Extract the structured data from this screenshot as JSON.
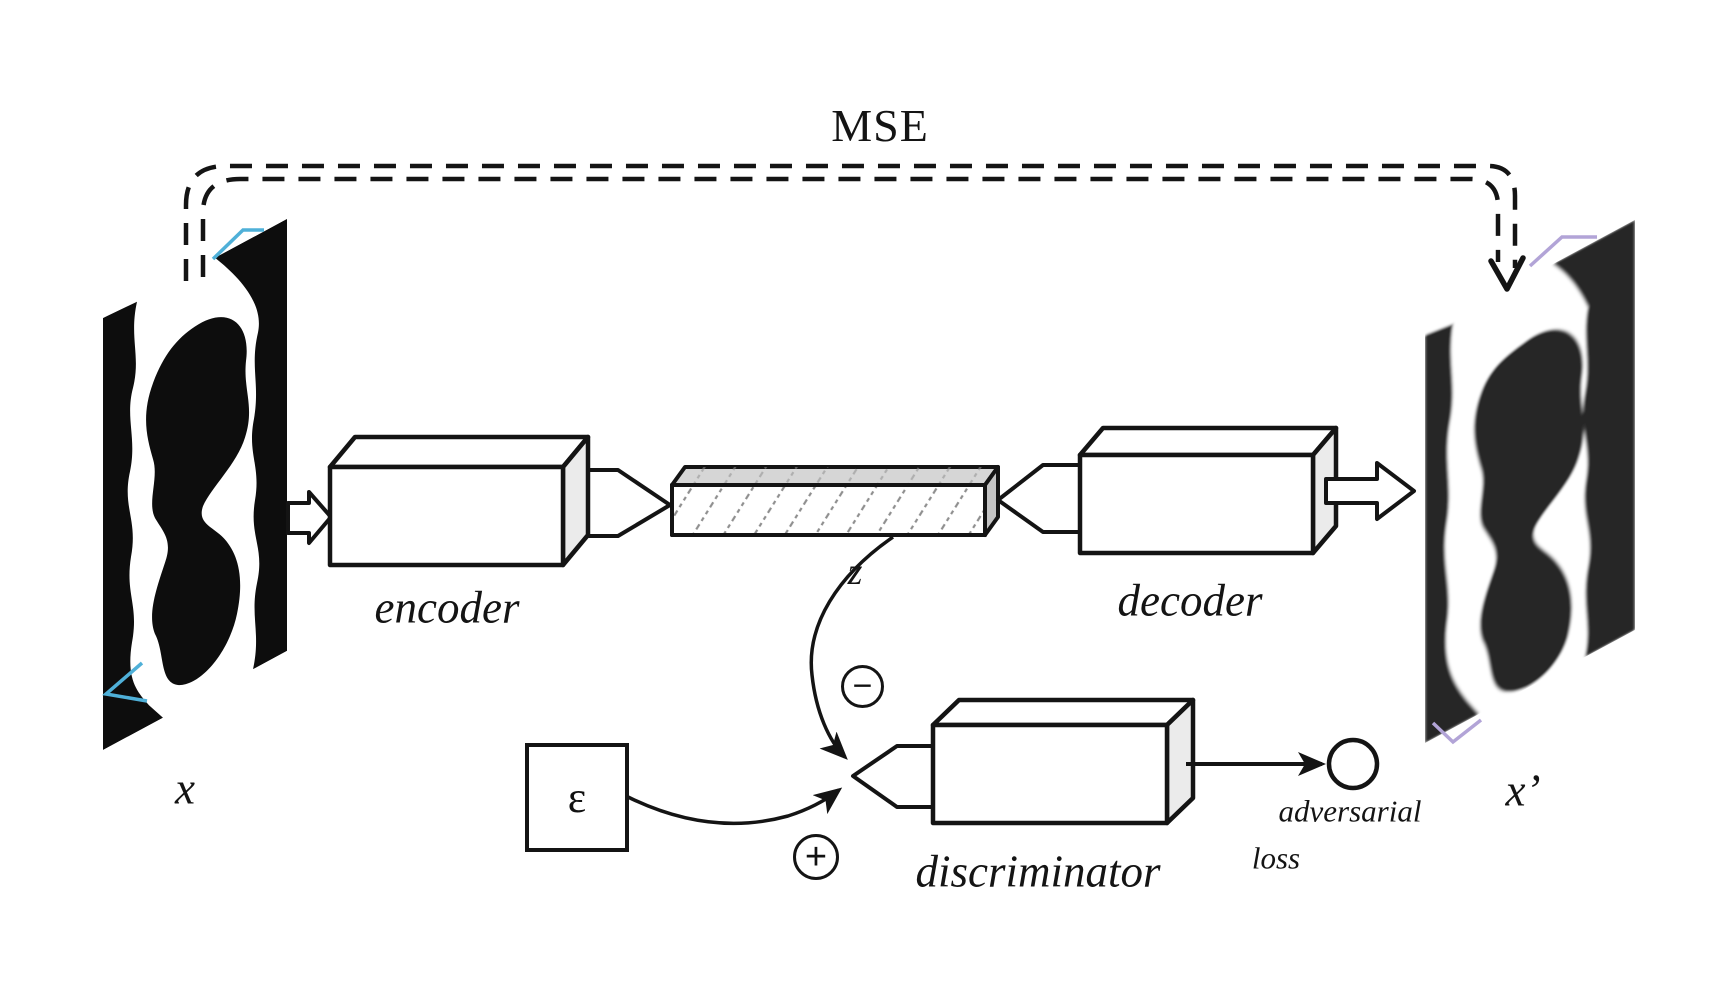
{
  "labels": {
    "mse": "MSE",
    "encoder": "encoder",
    "decoder": "decoder",
    "discriminator": "discriminator",
    "latent": "z",
    "epsilon": "ε",
    "input": "x",
    "output": "x’",
    "minus": "−",
    "plus": "+",
    "adversarial_line1": "adversarial",
    "adversarial_line2": "loss"
  },
  "colors": {
    "line": "#141414",
    "input_accent": "#4fb0d8",
    "output_accent": "#b2a4d7",
    "box_side": "#ebebeb",
    "latent_top": "#d6d6d6",
    "latent_side": "#c4c4c4",
    "hatch": "#8f8f8f"
  }
}
